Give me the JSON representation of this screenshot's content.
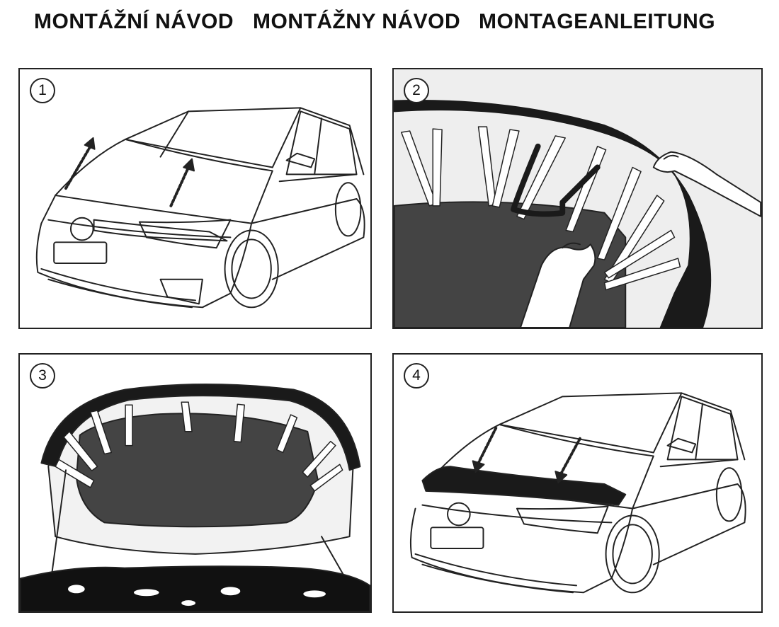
{
  "header": {
    "title_cz": "MONTÁŽNÍ NÁVOD",
    "title_sk": "MONTÁŽNY NÁVOD",
    "title_de": "MONTAGEANLEITUNG"
  },
  "steps": [
    {
      "number": "1",
      "illustration": "car-with-raised-hood-arrows-icon"
    },
    {
      "number": "2",
      "illustration": "hand-attaching-cover-clips-icon"
    },
    {
      "number": "3",
      "illustration": "hood-underside-with-strap-clips-icon"
    },
    {
      "number": "4",
      "illustration": "car-with-hood-bra-installed-icon"
    }
  ],
  "colors": {
    "line": "#222222",
    "cover": "#1a1a1a",
    "panel_border": "#222222",
    "background": "#ffffff"
  }
}
